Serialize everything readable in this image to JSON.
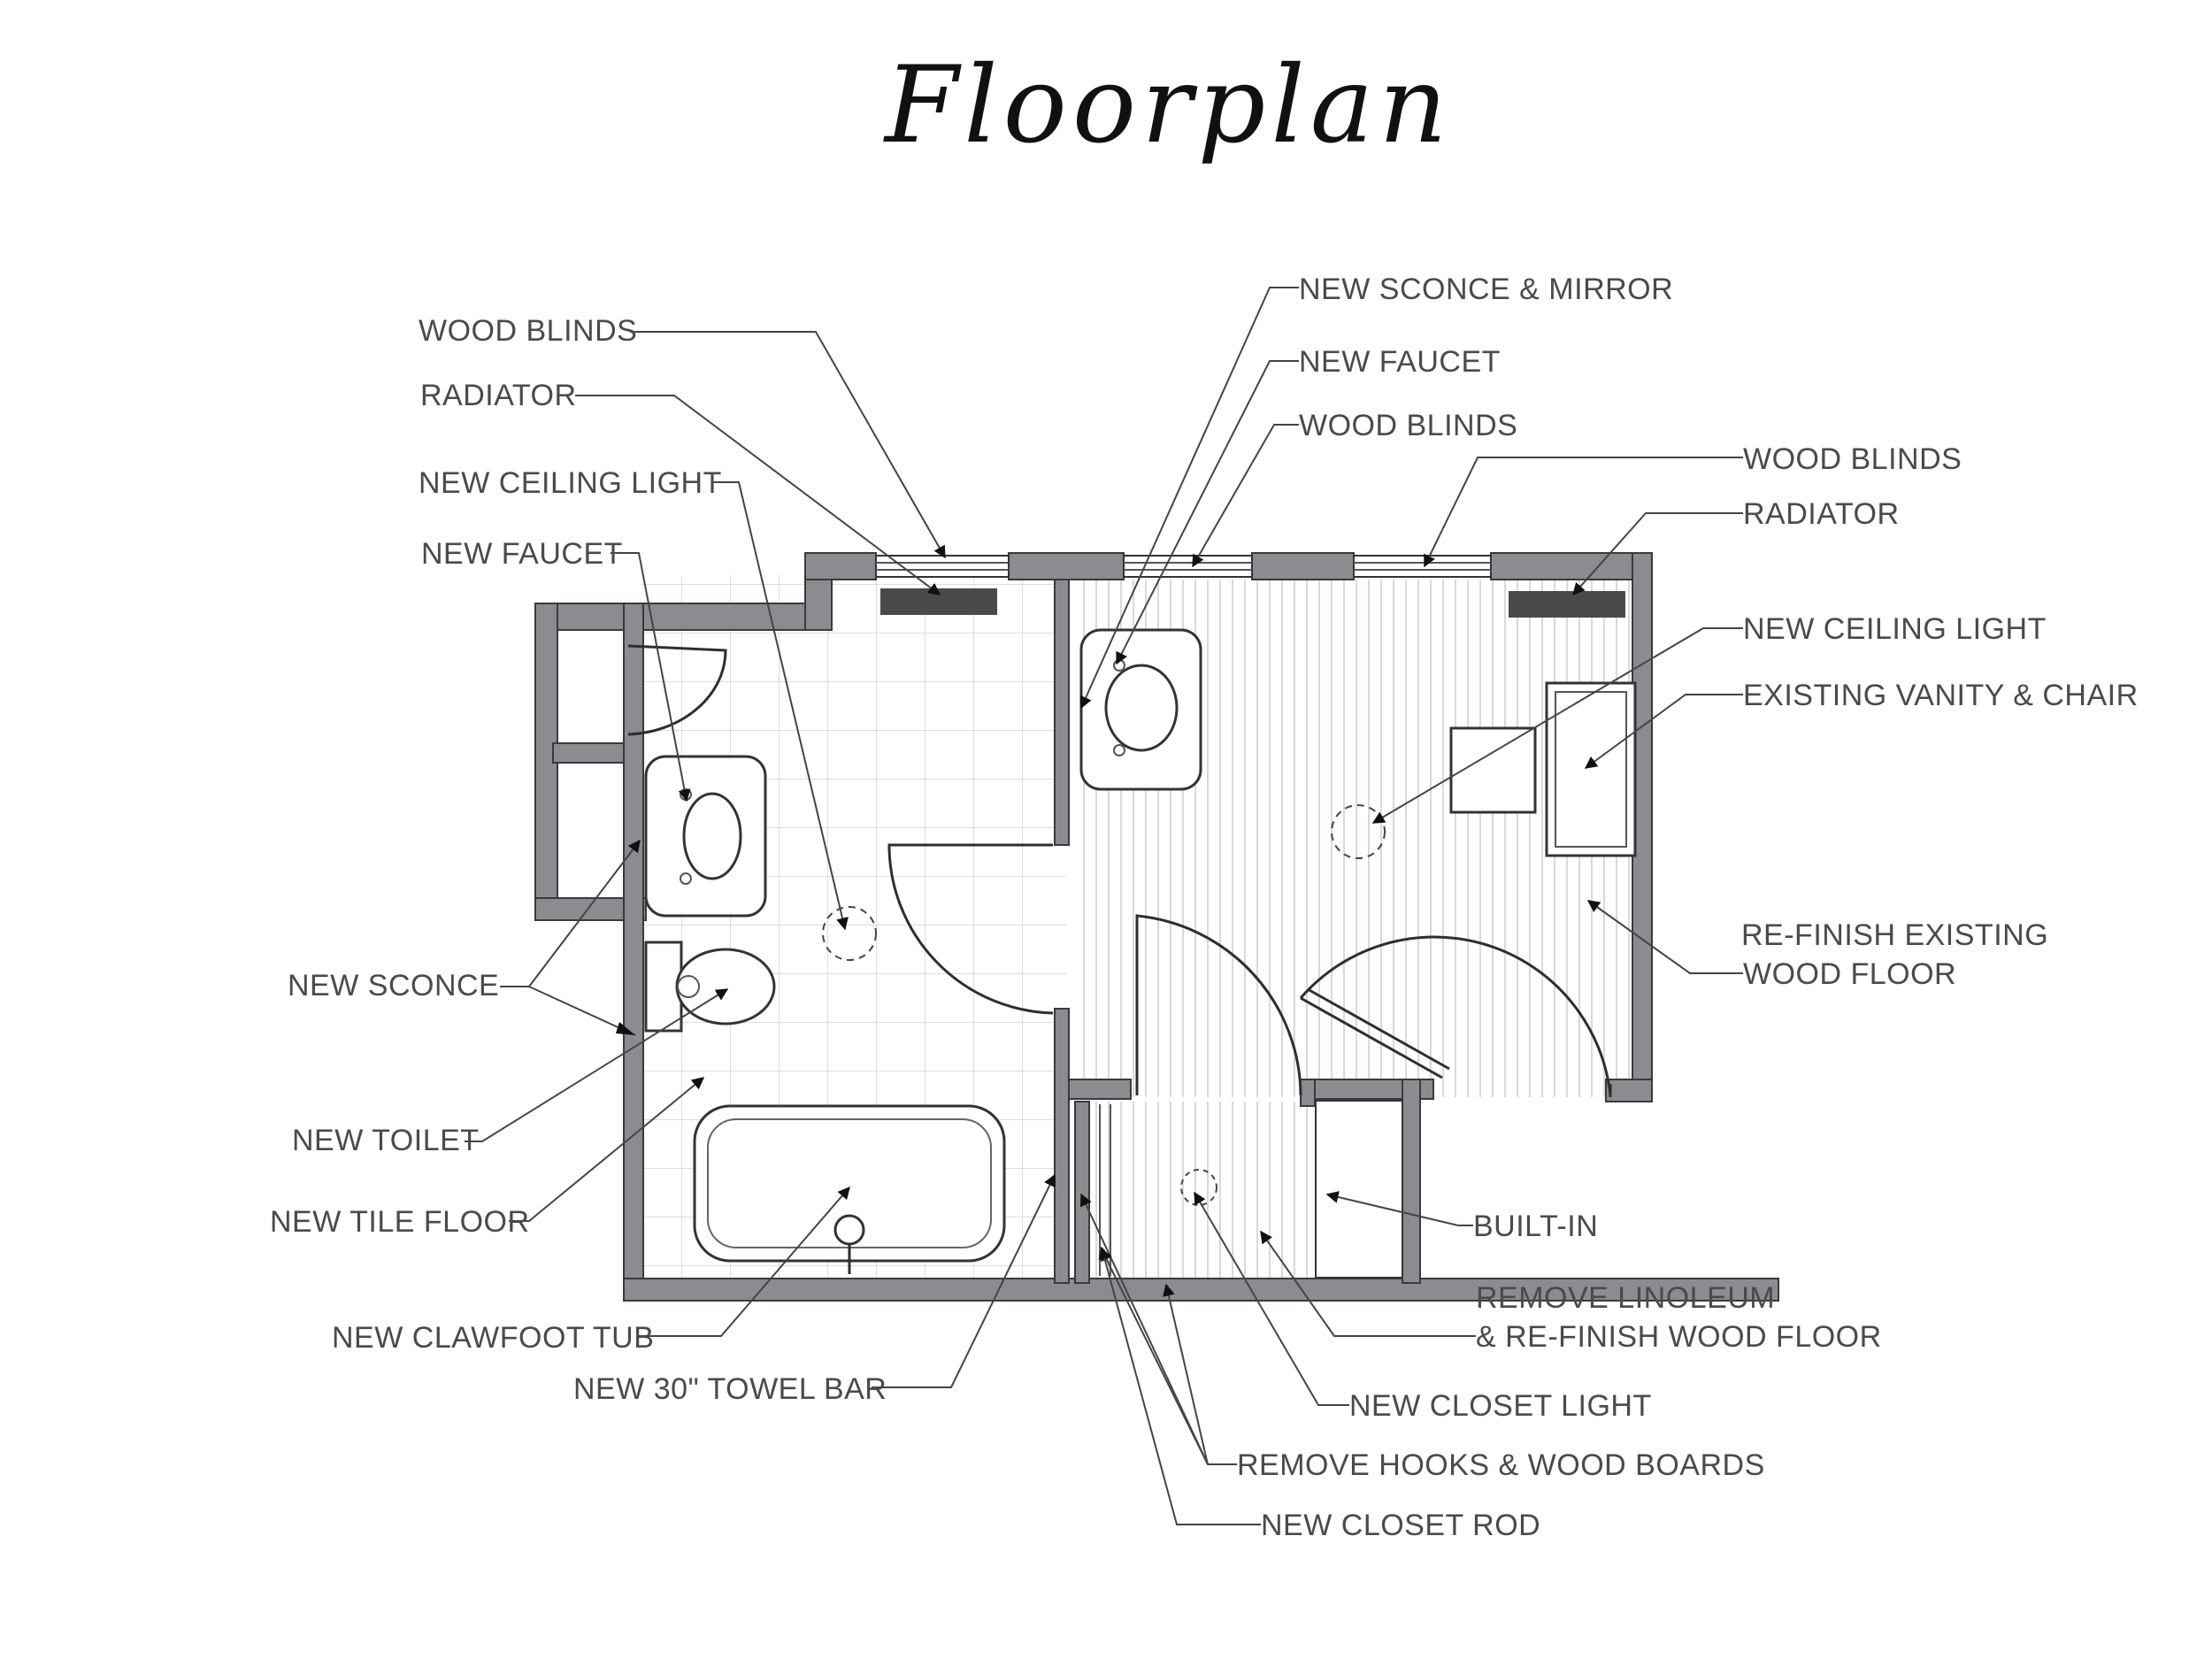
{
  "title": "Floorplan",
  "labels": {
    "wood_blinds_bath": "WOOD BLINDS",
    "radiator_bath": "RADIATOR",
    "ceiling_light_bath": "NEW CEILING LIGHT",
    "faucet_bath": "NEW FAUCET",
    "sconce_bath": "NEW SCONCE",
    "toilet": "NEW TOILET",
    "tile_floor": "NEW TILE FLOOR",
    "clawfoot_tub": "NEW CLAWFOOT TUB",
    "towel_bar": "NEW 30\" TOWEL BAR",
    "sconce_mirror": "NEW SCONCE & MIRROR",
    "faucet_dress": "NEW FAUCET",
    "wood_blinds_dress_1": "WOOD BLINDS",
    "wood_blinds_dress_2": "WOOD BLINDS",
    "radiator_dress": "RADIATOR",
    "ceiling_light_dress": "NEW CEILING LIGHT",
    "vanity_chair": "EXISTING VANITY & CHAIR",
    "refinish_floor_1": "RE-FINISH EXISTING",
    "refinish_floor_2": "WOOD FLOOR",
    "built_in": "BUILT-IN",
    "remove_linoleum_1": "REMOVE LINOLEUM",
    "remove_linoleum_2": "& RE-FINISH WOOD FLOOR",
    "closet_light": "NEW CLOSET LIGHT",
    "remove_hooks": "REMOVE HOOKS & WOOD BOARDS",
    "closet_rod": "NEW CLOSET ROD"
  }
}
